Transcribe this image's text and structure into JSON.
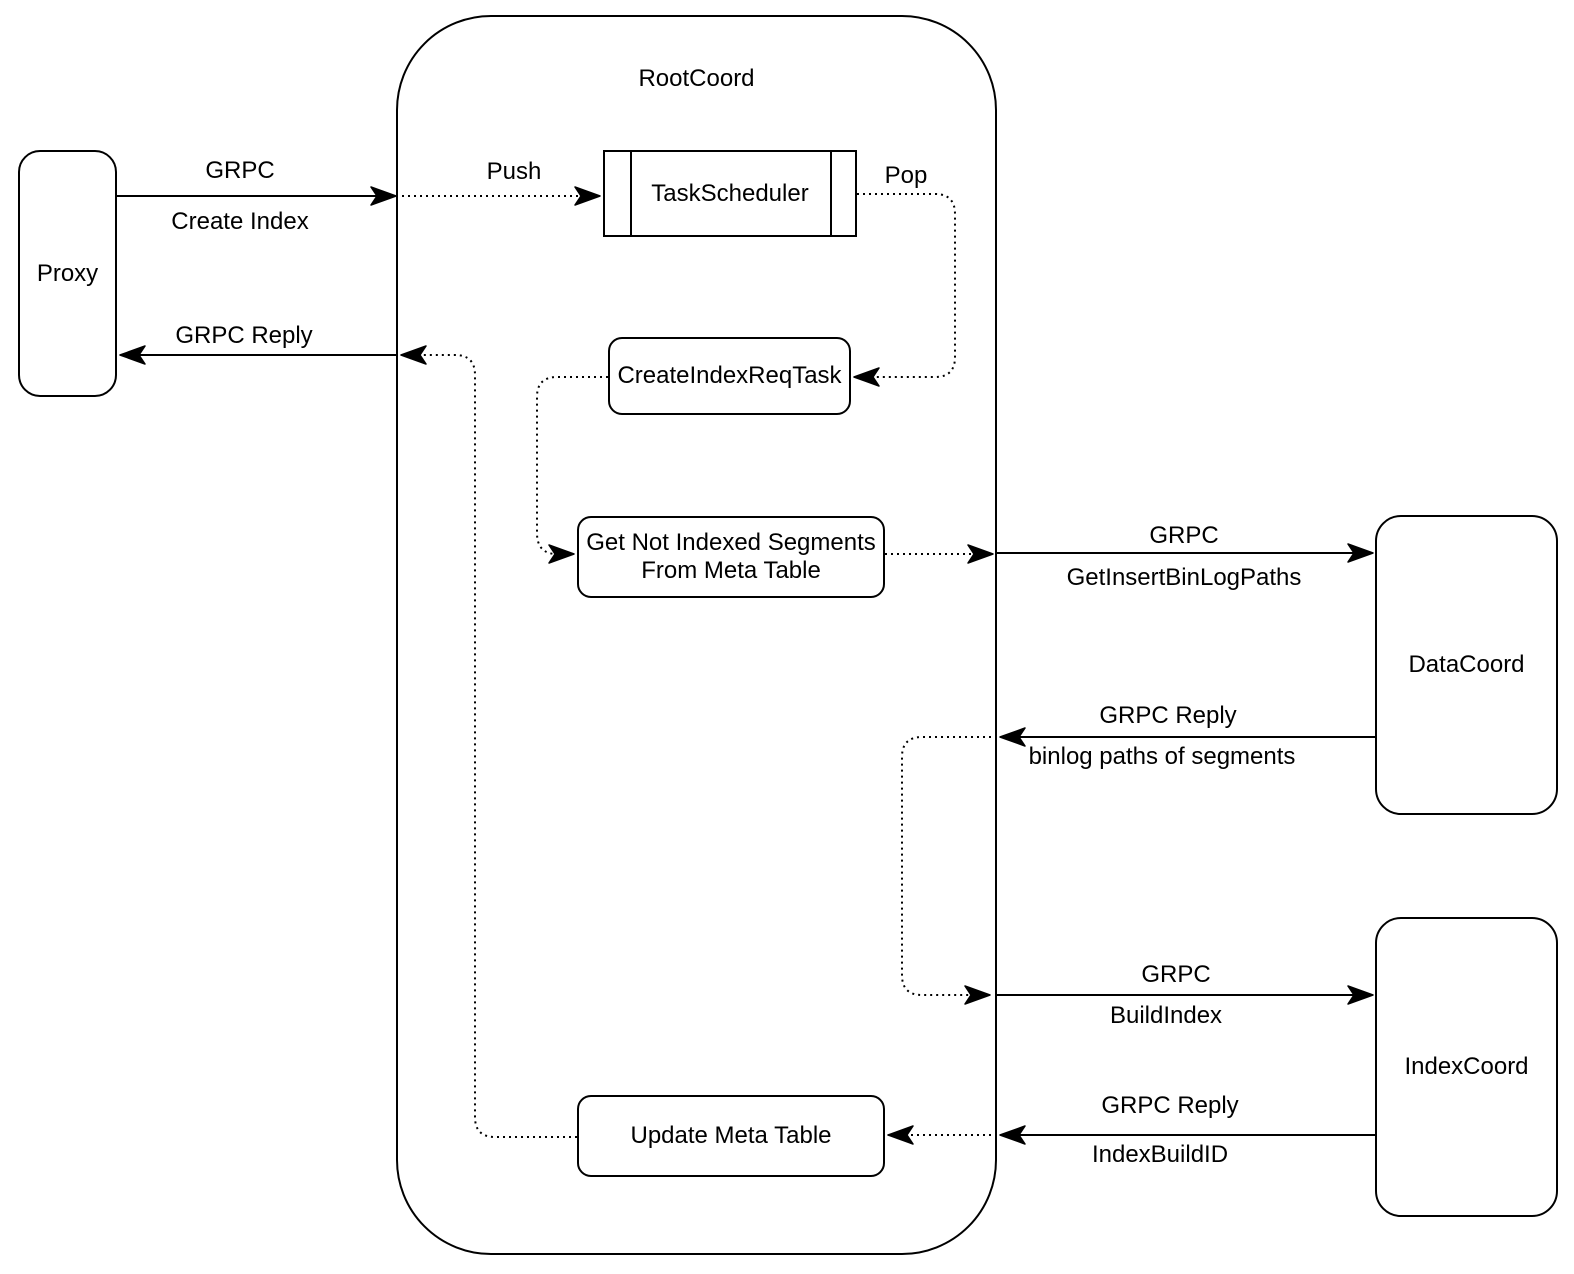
{
  "diagram": {
    "background_color": "#ffffff",
    "stroke_color": "#000000",
    "nodes": {
      "proxy": {
        "label": "Proxy"
      },
      "root_coord": {
        "label": "RootCoord"
      },
      "task_scheduler": {
        "label": "TaskScheduler"
      },
      "create_index_req_task": {
        "label": "CreateIndexReqTask"
      },
      "get_not_indexed_segments": {
        "line1": "Get Not Indexed Segments",
        "line2": "From Meta Table"
      },
      "update_meta_table": {
        "label": "Update Meta Table"
      },
      "data_coord": {
        "label": "DataCoord"
      },
      "index_coord": {
        "label": "IndexCoord"
      }
    },
    "edge_labels": {
      "create_index_protocol": "GRPC",
      "create_index_method": "Create Index",
      "push": "Push",
      "pop": "Pop",
      "grpc_reply_to_proxy": "GRPC Reply",
      "get_insert_binlog_protocol": "GRPC",
      "get_insert_binlog_method": "GetInsertBinLogPaths",
      "binlog_reply_protocol": "GRPC Reply",
      "binlog_reply_payload": "binlog paths of segments",
      "build_index_protocol": "GRPC",
      "build_index_method": "BuildIndex",
      "index_build_reply_protocol": "GRPC Reply",
      "index_build_reply_payload": "IndexBuildID"
    }
  }
}
